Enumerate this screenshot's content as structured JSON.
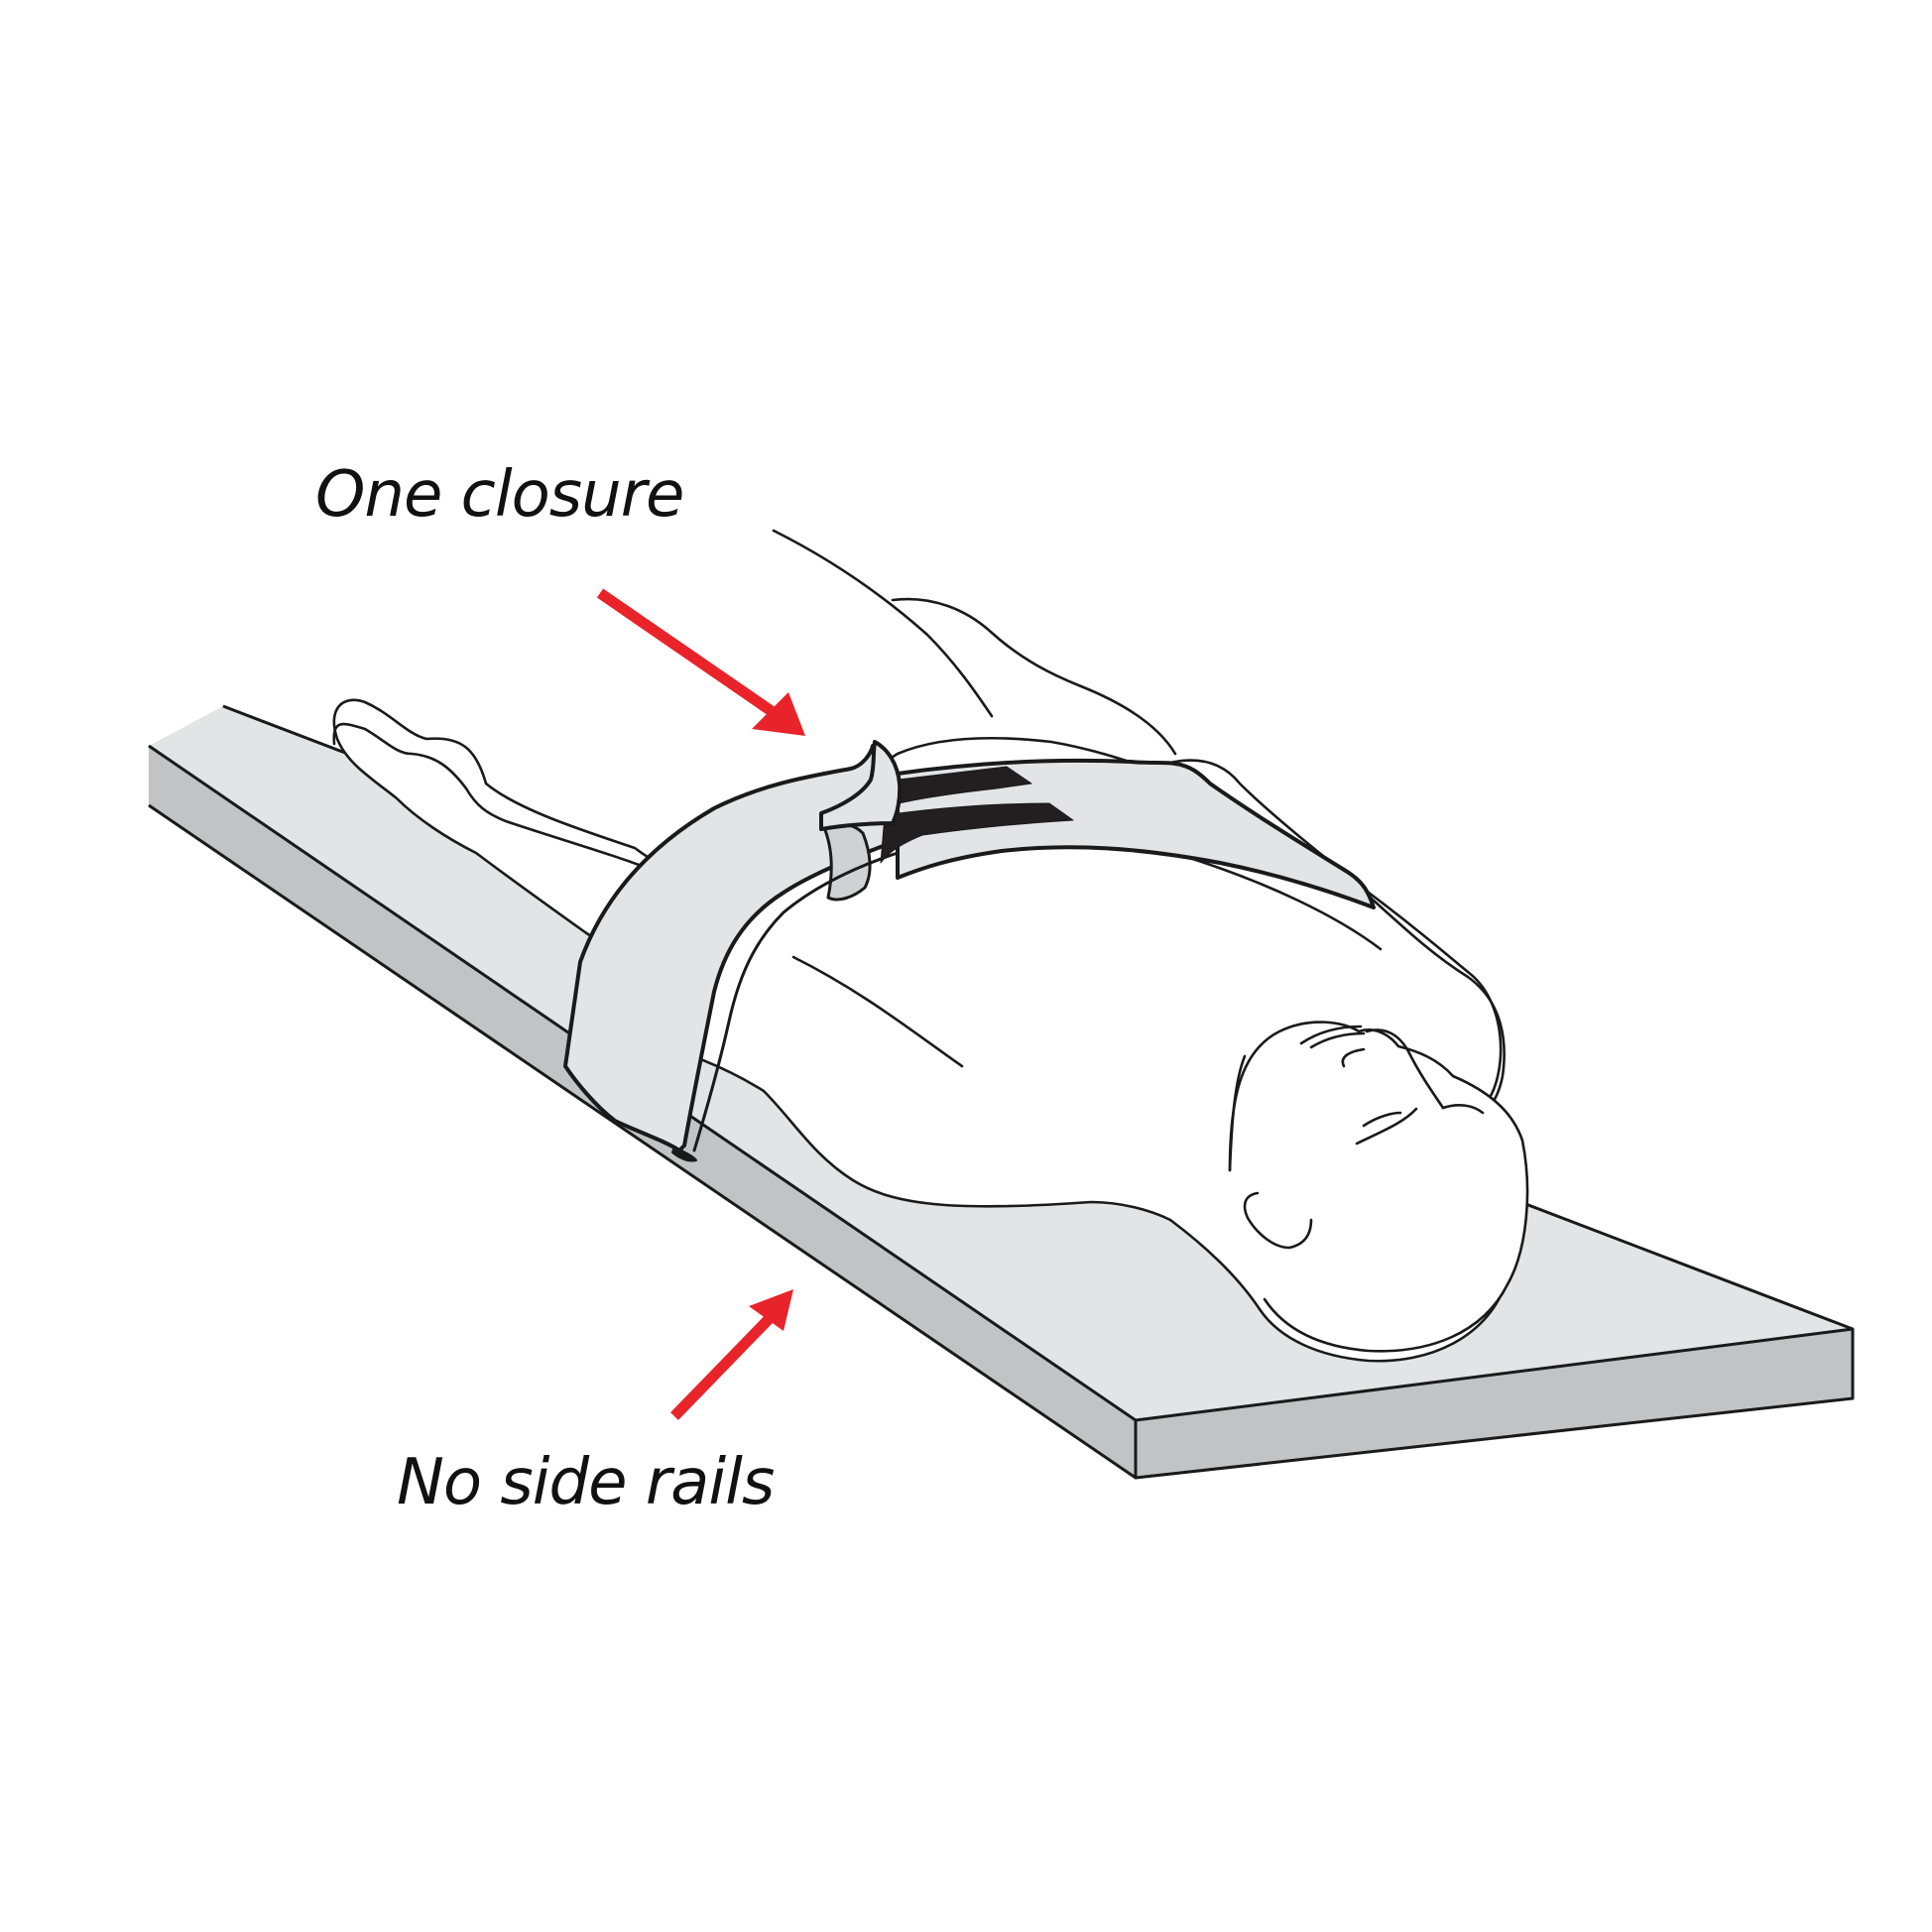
{
  "figure": {
    "kind": "product illustration",
    "subject": "person lying on a flat board secured by a single strap"
  },
  "callouts": [
    {
      "id": "one-closure",
      "label": "One closure",
      "arrow_color": "#e8232a",
      "points_to": "strap-closure"
    },
    {
      "id": "no-side-rails",
      "label": "No side rails",
      "arrow_color": "#e8232a",
      "points_to": "board-edge"
    }
  ],
  "colors": {
    "background": "#ffffff",
    "board_top": "#e3e4e6",
    "board_side": "#c2c3c5",
    "strap": "#e3e4e6",
    "strap_inner": "#d0d1d3",
    "velcro": "#231f20",
    "outline": "#1a1a1a",
    "arrow": "#e8232a",
    "figure_fill": "#ffffff"
  }
}
